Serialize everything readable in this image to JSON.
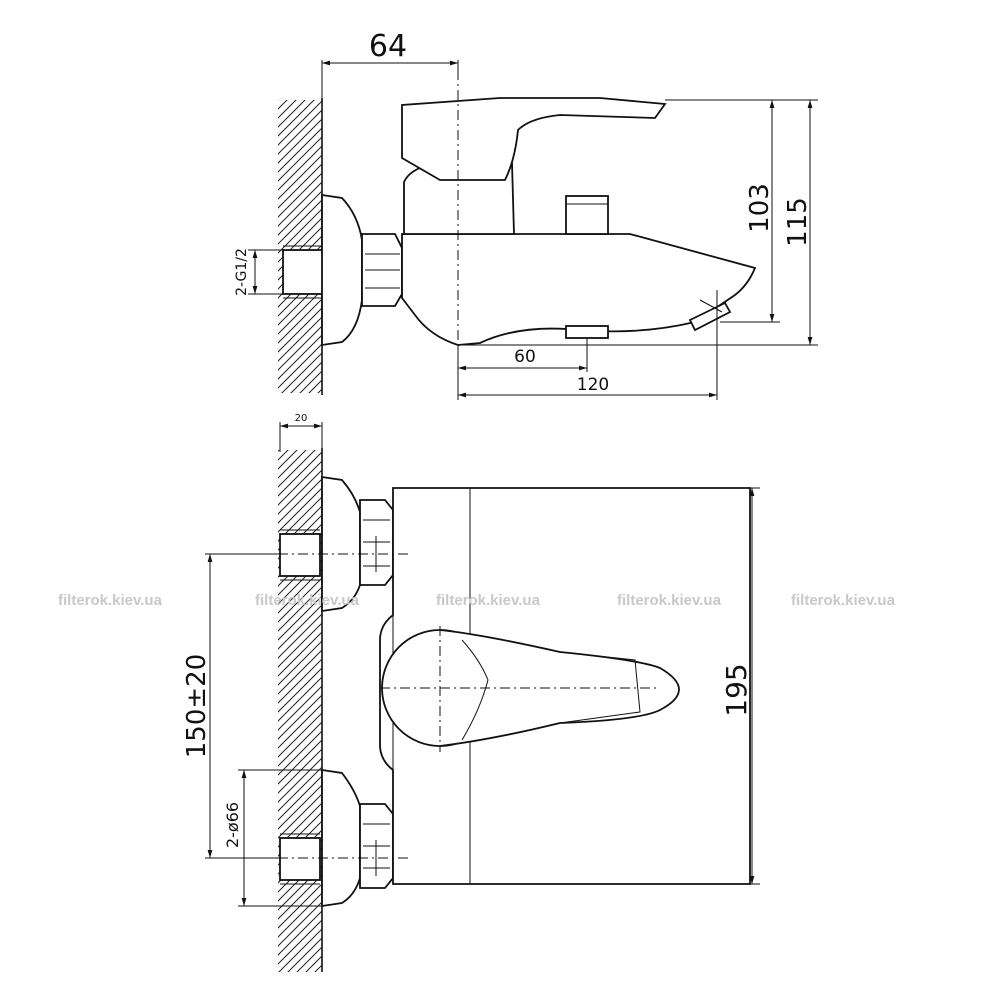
{
  "side_view": {
    "dim_depth": "64",
    "dim_thread": "2-G1/2",
    "dim_handle_height": "103",
    "dim_total_height": "115",
    "dim_diverter": "60",
    "dim_spout": "120"
  },
  "front_view": {
    "dim_wall": "20",
    "dim_centers": "150±20",
    "dim_flange": "2-ø66",
    "dim_width": "195"
  },
  "watermark": "filterok.kiev.ua"
}
